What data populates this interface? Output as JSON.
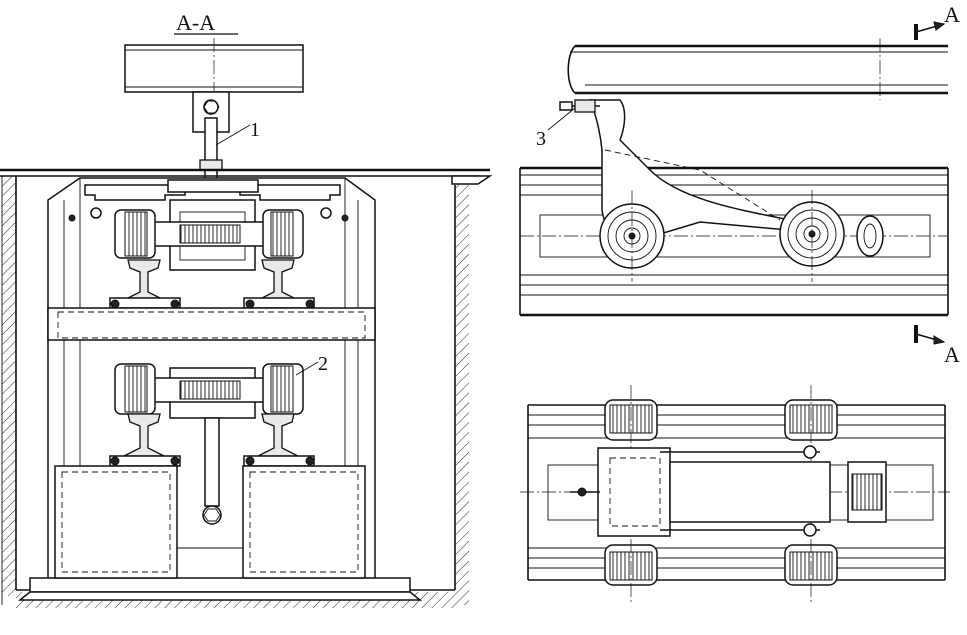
{
  "section_title": "A-A",
  "callouts": {
    "part1": "1",
    "part2": "2",
    "part3": "3"
  },
  "section_marks": {
    "top": "A",
    "bottom": "A"
  }
}
